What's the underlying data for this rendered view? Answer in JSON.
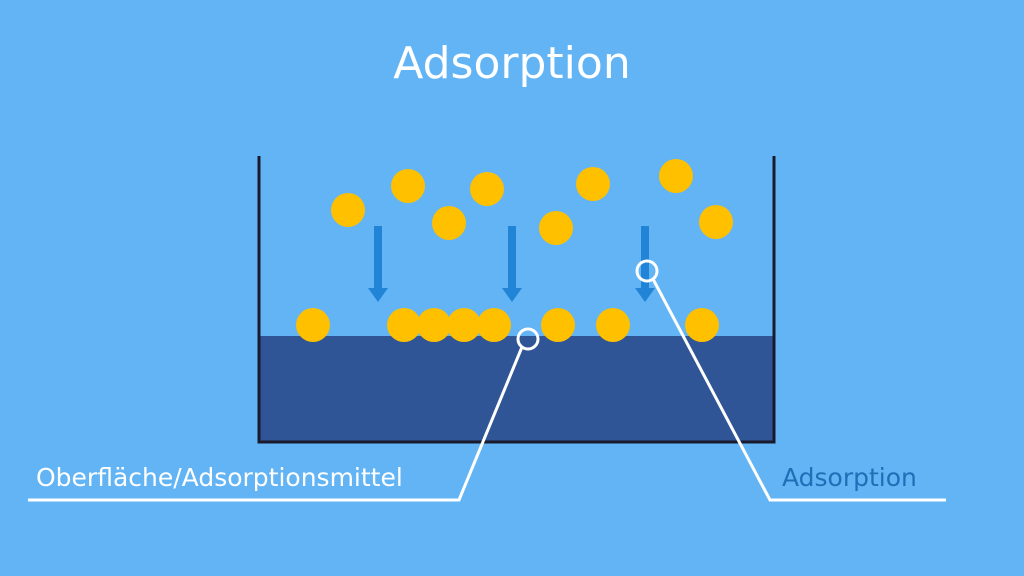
{
  "title": "Adsorption",
  "labels": {
    "surface": "Oberfläche/Adsorptionsmittel",
    "adsorption": "Adsorption"
  },
  "colors": {
    "background": "#62b4f4",
    "adsorbent": "#2f5596",
    "particle": "#ffc000",
    "arrow": "#2284d6",
    "container": "#1a1a2e",
    "callout_line": "#ffffff",
    "adsorption_label": "#1f6fb8"
  }
}
